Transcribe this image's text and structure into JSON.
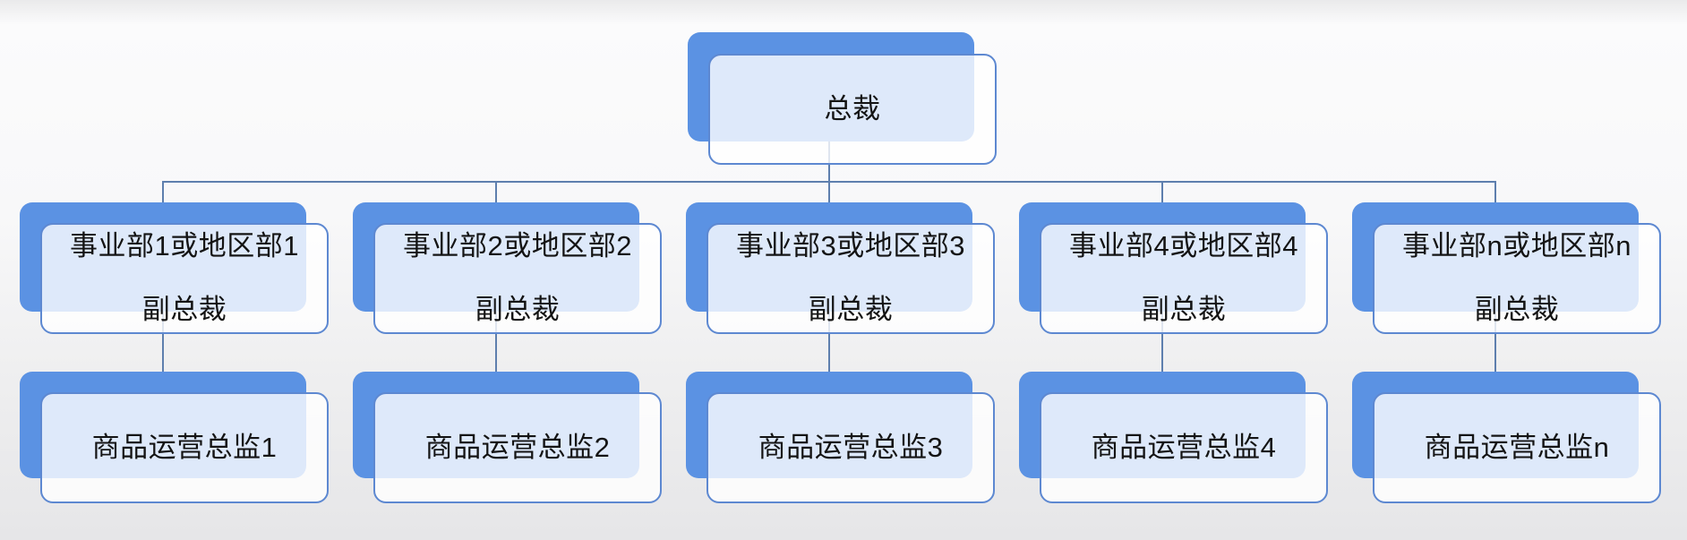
{
  "diagram": {
    "type": "org-chart",
    "root": {
      "label": "总裁"
    },
    "level2": [
      {
        "line1": "事业部1或地区部1",
        "line2": "副总裁"
      },
      {
        "line1": "事业部2或地区部2",
        "line2": "副总裁"
      },
      {
        "line1": "事业部3或地区部3",
        "line2": "副总裁"
      },
      {
        "line1": "事业部4或地区部4",
        "line2": "副总裁"
      },
      {
        "line1": "事业部n或地区部n",
        "line2": "副总裁"
      }
    ],
    "level3": [
      {
        "label": "商品运营总监1"
      },
      {
        "label": "商品运营总监2"
      },
      {
        "label": "商品运营总监3"
      },
      {
        "label": "商品运营总监4"
      },
      {
        "label": "商品运营总监n"
      }
    ],
    "colors": {
      "shape_blue": "#5b92e3",
      "card_border": "#5d88d1",
      "card_fill": "rgba(255,255,255,0.80)",
      "connector": "#5e7fae",
      "text": "#141414"
    }
  }
}
